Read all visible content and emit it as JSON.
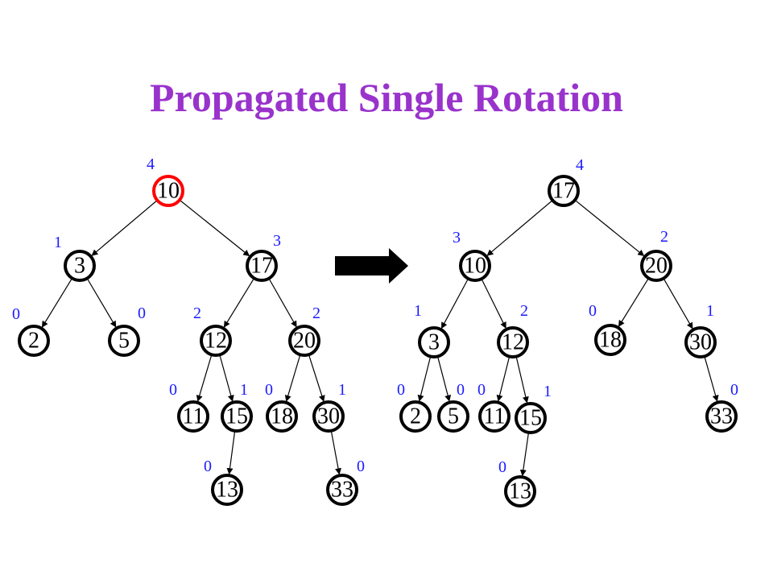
{
  "title": "Propagated Single Rotation",
  "colors": {
    "title": "#9933cc",
    "height_labels": "#1a1aff",
    "highlight_node": "#ff0000",
    "node_border": "#000000",
    "arrow": "#000000"
  },
  "arrow_icon": "right-arrow-icon",
  "trees": [
    {
      "name": "before",
      "nodes": [
        {
          "id": "b10",
          "key": "10",
          "height": "4",
          "highlight": true
        },
        {
          "id": "b3",
          "key": "3",
          "height": "1"
        },
        {
          "id": "b17",
          "key": "17",
          "height": "3"
        },
        {
          "id": "b2",
          "key": "2",
          "height": "0"
        },
        {
          "id": "b5",
          "key": "5",
          "height": "0"
        },
        {
          "id": "b12",
          "key": "12",
          "height": "2"
        },
        {
          "id": "b20",
          "key": "20",
          "height": "2"
        },
        {
          "id": "b11",
          "key": "11",
          "height": "0"
        },
        {
          "id": "b15",
          "key": "15",
          "height": "1"
        },
        {
          "id": "b18",
          "key": "18",
          "height": "0"
        },
        {
          "id": "b30",
          "key": "30",
          "height": "1"
        },
        {
          "id": "b13",
          "key": "13",
          "height": "0"
        },
        {
          "id": "b33",
          "key": "33",
          "height": "0"
        }
      ],
      "edges": [
        [
          "b10",
          "b3"
        ],
        [
          "b10",
          "b17"
        ],
        [
          "b3",
          "b2"
        ],
        [
          "b3",
          "b5"
        ],
        [
          "b17",
          "b12"
        ],
        [
          "b17",
          "b20"
        ],
        [
          "b12",
          "b11"
        ],
        [
          "b12",
          "b15"
        ],
        [
          "b20",
          "b18"
        ],
        [
          "b20",
          "b30"
        ],
        [
          "b15",
          "b13"
        ],
        [
          "b30",
          "b33"
        ]
      ]
    },
    {
      "name": "after",
      "nodes": [
        {
          "id": "a17",
          "key": "17",
          "height": "4"
        },
        {
          "id": "a10",
          "key": "10",
          "height": "3"
        },
        {
          "id": "a20",
          "key": "20",
          "height": "2"
        },
        {
          "id": "a3",
          "key": "3",
          "height": "1"
        },
        {
          "id": "a12",
          "key": "12",
          "height": "2"
        },
        {
          "id": "a18",
          "key": "18",
          "height": "0"
        },
        {
          "id": "a30",
          "key": "30",
          "height": "1"
        },
        {
          "id": "a2",
          "key": "2",
          "height": "0"
        },
        {
          "id": "a5",
          "key": "5",
          "height": "0"
        },
        {
          "id": "a11",
          "key": "11",
          "height": "0"
        },
        {
          "id": "a15",
          "key": "15",
          "height": "1"
        },
        {
          "id": "a33",
          "key": "33",
          "height": "0"
        },
        {
          "id": "a13",
          "key": "13",
          "height": "0"
        }
      ],
      "edges": [
        [
          "a17",
          "a10"
        ],
        [
          "a17",
          "a20"
        ],
        [
          "a10",
          "a3"
        ],
        [
          "a10",
          "a12"
        ],
        [
          "a20",
          "a18"
        ],
        [
          "a20",
          "a30"
        ],
        [
          "a3",
          "a2"
        ],
        [
          "a3",
          "a5"
        ],
        [
          "a12",
          "a11"
        ],
        [
          "a12",
          "a15"
        ],
        [
          "a30",
          "a33"
        ],
        [
          "a15",
          "a13"
        ]
      ]
    }
  ]
}
